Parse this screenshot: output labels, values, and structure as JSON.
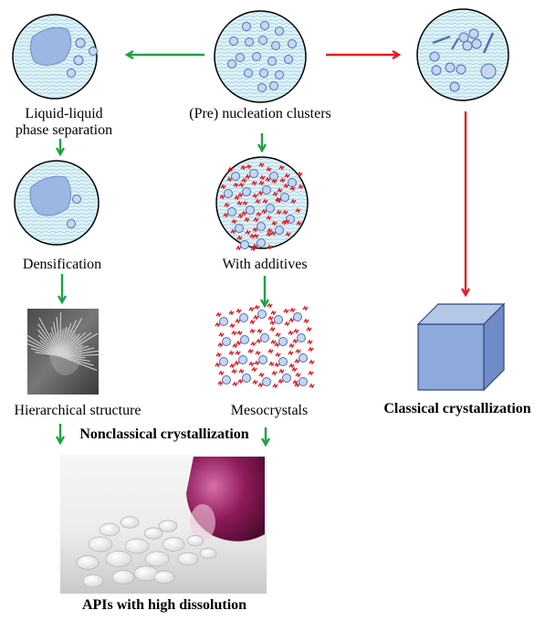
{
  "labels": {
    "prenucleation": "(Pre) nucleation clusters",
    "llps_line1": "Liquid-liquid",
    "llps_line2": "phase separation",
    "densification": "Densification",
    "with_additives": "With additives",
    "hierarchical": "Hierarchical structure",
    "mesocrystals": "Mesocrystals",
    "classical": "Classical crystallization",
    "nonclassical": "Nonclassical crystallization",
    "apis": "APIs with high dissolution"
  },
  "colors": {
    "green_arrow": "#1fa046",
    "red_arrow": "#e31b23",
    "particle_fill": "#c7d6f0",
    "particle_stroke": "#4a6fb5",
    "droplet": "#9db7e3",
    "cube_front": "#8eaadb",
    "cube_top": "#b4c7e7",
    "cube_side": "#6f8cc6",
    "circle_fill": "#dff2f7",
    "additive_red": "#e31b23"
  },
  "icons": [
    "sem-micrograph-image",
    "pills-bottle-photo",
    "cube-icon"
  ]
}
